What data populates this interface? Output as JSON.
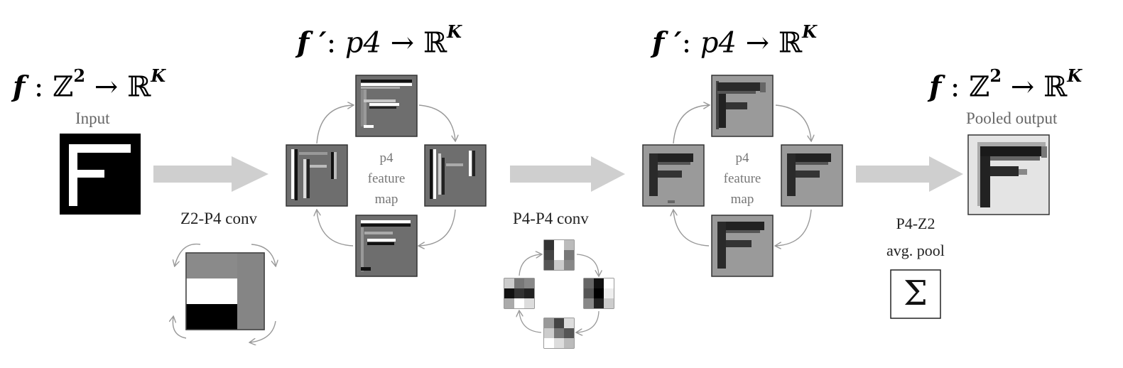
{
  "math_labels": {
    "input_fn": {
      "f": "f",
      "sep": " : ",
      "domain": "ℤ",
      "domain_sup": "2",
      "arrow": " → ",
      "codomain": "ℝ",
      "codomain_sup": "K"
    },
    "p4_fn_1": {
      "f": "f",
      "prime": " ′",
      "sep": ": ",
      "domain": "p4",
      "arrow": " → ",
      "codomain": "ℝ",
      "codomain_sup": "K"
    },
    "p4_fn_2": {
      "f": "f",
      "prime": " ′",
      "sep": ": ",
      "domain": "p4",
      "arrow": " → ",
      "codomain": "ℝ",
      "codomain_sup": "K"
    },
    "output_fn": {
      "f": "f",
      "sep": " : ",
      "domain": "ℤ",
      "domain_sup": "2",
      "arrow": " → ",
      "codomain": "ℝ",
      "codomain_sup": "K"
    }
  },
  "labels": {
    "input": "Input",
    "z2p4_conv": "Z2-P4 conv",
    "p4_feature_map_1": [
      "p4",
      "feature",
      "map"
    ],
    "p4p4_conv": "P4-P4 conv",
    "p4_feature_map_2": [
      "p4",
      "feature",
      "map"
    ],
    "p4z2_pool_line1": "P4-Z2",
    "p4z2_pool_line2": "avg. pool",
    "pooled_output": "Pooled output",
    "sum_symbol": "Σ"
  },
  "colors": {
    "arrow_gray": "#cfcfcf",
    "cycle_arrow": "#999999",
    "label_gray": "#555555",
    "input_bg": "#000000",
    "input_glyph": "#ffffff",
    "fmap1_bg": "#6e6e6e",
    "fmap2_bg": "#9a9a9a",
    "output_bg": "#e4e4e4"
  }
}
